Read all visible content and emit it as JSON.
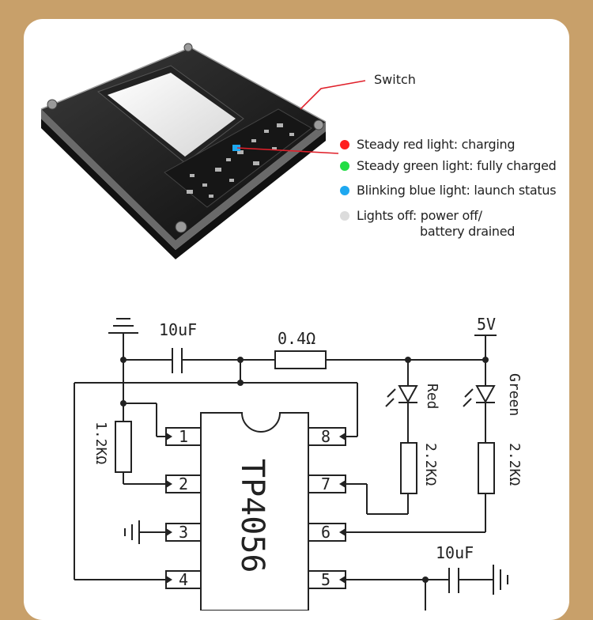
{
  "product": {
    "switch_label": "Switch",
    "legend": [
      {
        "color": "#ff1e1e",
        "text": "Steady red light: charging"
      },
      {
        "color": "#22dd44",
        "text": "Steady green light: fully charged"
      },
      {
        "color": "#1ea8f0",
        "text": "Blinking blue light: launch status"
      },
      {
        "color": "#dcdcdc",
        "text": "Lights off: power off/"
      }
    ],
    "legend_continuation": "battery drained"
  },
  "schematic": {
    "chip_label": "TP4056",
    "pins": [
      "1",
      "2",
      "3",
      "4",
      "5",
      "6",
      "7",
      "8"
    ],
    "cap_top_label": "10uF",
    "cap_bottom_label": "10uF",
    "sense_resistor_label": "0.4Ω",
    "voltage_label": "5V",
    "prog_resistor_label": "1.2KΩ",
    "red_led_label": "Red",
    "green_led_label": "Green",
    "red_resistor_label": "2.2KΩ",
    "green_resistor_label": "2.2KΩ"
  }
}
